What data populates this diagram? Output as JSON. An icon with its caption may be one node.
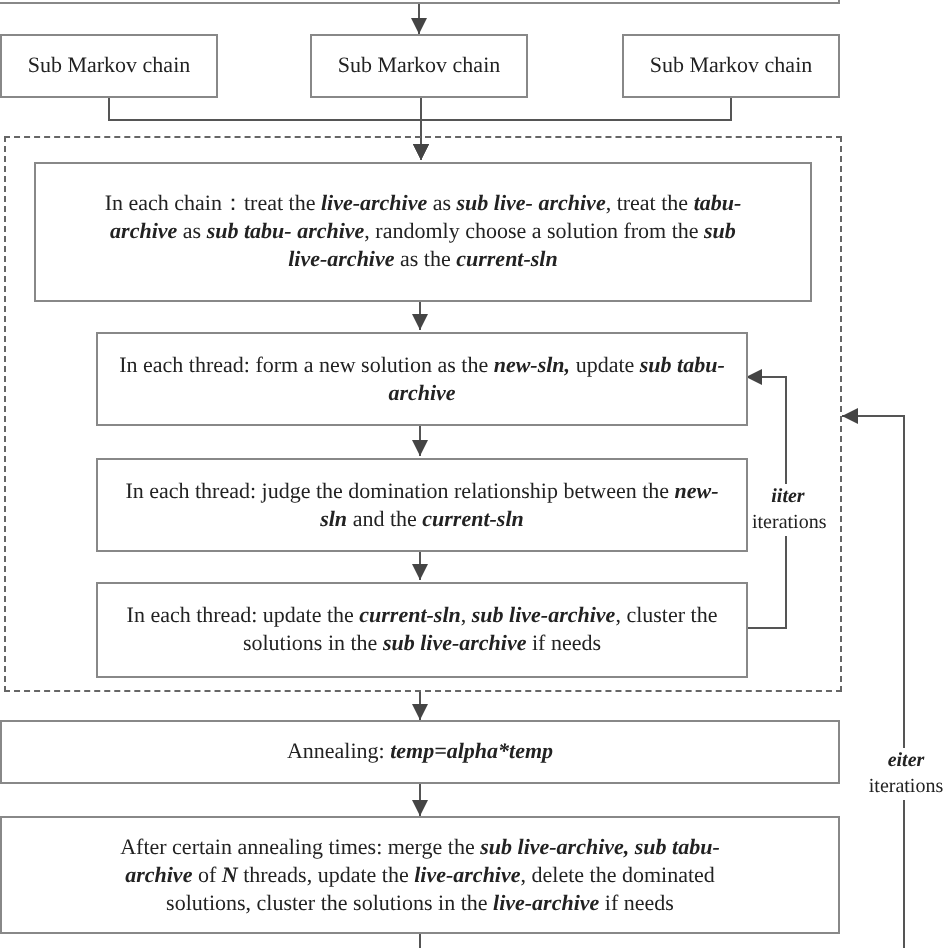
{
  "diagram": {
    "nodes": [
      {
        "text": [],
        "shape": "box"
      },
      {
        "text": [
          "Sub Markov chain"
        ]
      },
      {
        "text": [
          "Sub Markov chain"
        ]
      },
      {
        "text": [
          "Sub Markov chain"
        ]
      },
      {
        "text": [],
        "shape": "box"
      },
      {
        "text": [
          "In each chain：treat the **live-archive** as **sub live- archive**, treat the **tabu-archive** as **sub tabu- archive**, randomly choose a solution from the **sub live-archive** as the **current-sln**"
        ],
        "in": 4
      },
      {
        "text": [
          "In each thread: form a new solution as the **new-sln,** update **sub tabu-archive**"
        ],
        "in": 4
      },
      {
        "text": [
          "In each thread: judge the domination relationship between the **new-sln** and the **current-sln**"
        ],
        "in": 4
      },
      {
        "text": [
          "In each thread: update the **current-sln**, **sub live-archive**, cluster the solutions in the **sub live-archive** if needs"
        ],
        "in": 4
      },
      {
        "text": [
          "Annealing: **temp=alpha*temp**"
        ]
      },
      {
        "text": [
          "After certain annealing times: merge the **sub live-archive, sub tabu-archive** of **N** threads, update the **live-archive**, delete the dominated solutions, cluster the solutions in the **live-archive** if needs"
        ]
      }
    ],
    "edges": [
      {
        "from": 0,
        "to": 2,
        "arrow": "to"
      },
      {
        "from": 1,
        "to": 5,
        "arrow": "to"
      },
      {
        "from": 2,
        "to": 5,
        "arrow": "to"
      },
      {
        "from": 3,
        "to": 5,
        "arrow": "to"
      },
      {
        "from": 5,
        "to": 6,
        "arrow": "to"
      },
      {
        "from": 6,
        "to": 7,
        "arrow": "to"
      },
      {
        "from": 7,
        "to": 8,
        "arrow": "to"
      },
      {
        "from": 8,
        "to": 6,
        "arrow": "to",
        "label": "**iiter** iterations"
      },
      {
        "from": 4,
        "to": 9,
        "arrow": "to"
      },
      {
        "from": 9,
        "to": 10,
        "arrow": "to"
      },
      {
        "from": 10,
        "to": null,
        "arrow": "none"
      },
      {
        "from": null,
        "to": 4,
        "arrow": "to",
        "label": "**eiter** iterations"
      }
    ]
  }
}
